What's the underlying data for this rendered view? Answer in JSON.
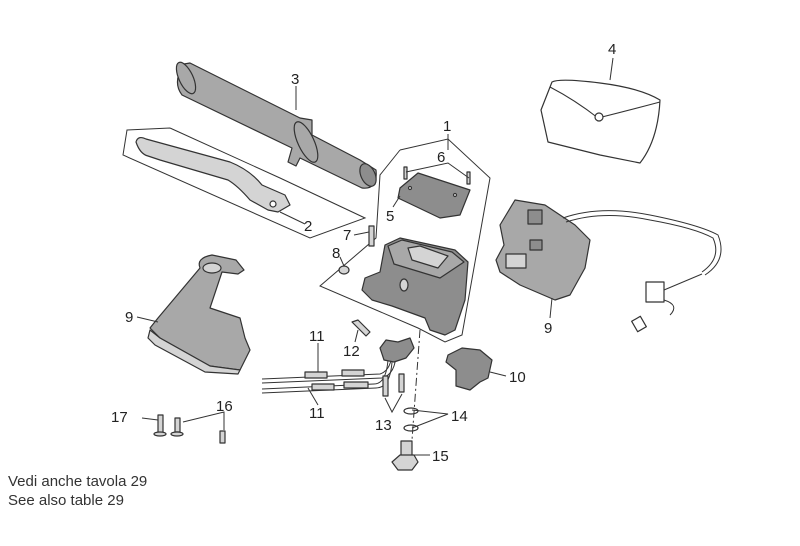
{
  "diagram": {
    "title": "Brake lever / master cylinder exploded view",
    "callouts": [
      {
        "id": "1",
        "text": "1"
      },
      {
        "id": "2",
        "text": "2"
      },
      {
        "id": "3",
        "text": "3"
      },
      {
        "id": "4",
        "text": "4"
      },
      {
        "id": "5",
        "text": "5"
      },
      {
        "id": "6",
        "text": "6"
      },
      {
        "id": "7",
        "text": "7"
      },
      {
        "id": "8",
        "text": "8"
      },
      {
        "id": "9a",
        "text": "9"
      },
      {
        "id": "9b",
        "text": "9"
      },
      {
        "id": "10",
        "text": "10"
      },
      {
        "id": "11a",
        "text": "11"
      },
      {
        "id": "11b",
        "text": "11"
      },
      {
        "id": "12",
        "text": "12"
      },
      {
        "id": "13",
        "text": "13"
      },
      {
        "id": "14",
        "text": "14"
      },
      {
        "id": "15",
        "text": "15"
      },
      {
        "id": "16",
        "text": "16"
      },
      {
        "id": "17",
        "text": "17"
      }
    ],
    "parts": {
      "grip": "handlebar grip",
      "lever": "brake lever",
      "cover": "reservoir cover",
      "master_cylinder": "brake master cylinder",
      "switch_left": "switch housing lower",
      "switch_right": "switch housing with wiring",
      "bag": "protective bag",
      "clamp": "clamp",
      "banjo": "banjo bolt",
      "washers": "sealing washers",
      "cables": "cables",
      "sensor": "brake light switch"
    }
  },
  "notes": {
    "line1": "Vedi anche tavola 29",
    "line2": "See also table 29"
  }
}
